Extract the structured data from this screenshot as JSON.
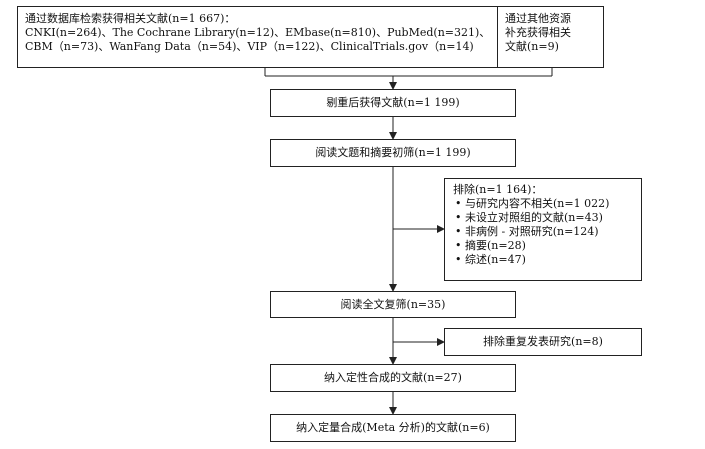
{
  "boxes": {
    "database_search": {
      "lines": [
        "通过数据库检索获得相关文献(n=1 667)：",
        "CNKI(n=264)、The Cochrane Library(n=12)、EMbase(n=810)、PubMed(n=321)、",
        "CBM（n=73)、WanFang Data（n=54)、VIP（n=122)、ClinicalTrials.gov（n=14)"
      ]
    },
    "other_sources": {
      "lines": [
        "通过其他资源",
        "补充获得相关",
        "文献(n=9)"
      ]
    },
    "after_dedup": "剔重后获得文献(n=1 199)",
    "title_abstract_screen": "阅读文题和摘要初筛(n=1 199)",
    "excluded": {
      "header": "排除(n=1 164)：",
      "items": [
        "与研究内容不相关(n=1 022)",
        "未设立对照组的文献(n=43)",
        "非病例 - 对照研究(n=124)",
        "摘要(n=28)",
        "综述(n=47)"
      ]
    },
    "fulltext_screen": "阅读全文复筛(n=35)",
    "duplicate_excluded": "排除重复发表研究(n=8)",
    "qualitative_synthesis": "纳入定性合成的文献(n=27)",
    "quantitative_synthesis": "纳入定量合成(Meta 分析)的文献(n=6)"
  },
  "colors": {
    "line": "#222222",
    "text": "#111111",
    "background": "#ffffff"
  }
}
